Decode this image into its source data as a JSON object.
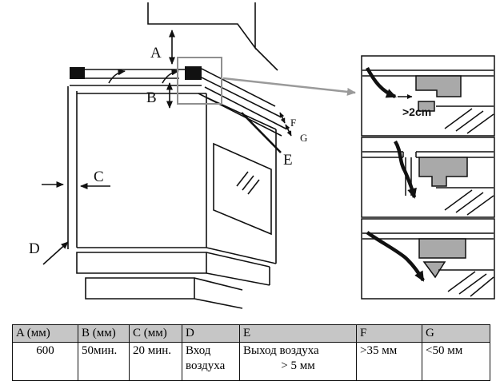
{
  "diagram": {
    "labels": {
      "a": "A",
      "b": "B",
      "c": "C",
      "d": "D",
      "e": "E",
      "f": "F",
      "g": "G"
    },
    "clearance_note": ">2cm"
  },
  "table": {
    "headers": [
      "A (мм)",
      "B (мм)",
      "C (мм)",
      "D",
      "E",
      "F",
      "G"
    ],
    "values": {
      "a": "600",
      "b": "50мин.",
      "c": "20 мин.",
      "d": "Вход воздуха",
      "e_line1": "Выход воздуха",
      "e_line2": "> 5 мм",
      "f": ">35 мм",
      "g": "<50 мм"
    }
  },
  "colors": {
    "header_bg": "#c6c6c6",
    "line": "#111111",
    "gray_fill": "#a9a9a9",
    "callout_gray": "#9a9a9a"
  }
}
